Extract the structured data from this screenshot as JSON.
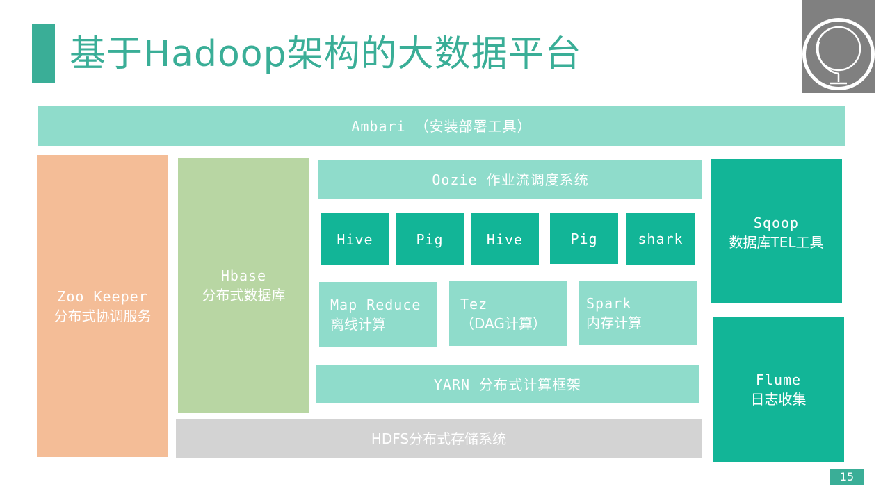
{
  "slide": {
    "title": "基于Hadoop架构的大数据平台",
    "page_number": "15"
  },
  "colors": {
    "accent": "#3aae97",
    "light_teal": "#8fdccb",
    "dark_teal": "#12b597",
    "orange": "#f4bd97",
    "green": "#b8d6a3",
    "gray": "#d3d3d3",
    "corner_gray": "#808080",
    "text_on_light": "#ffffff"
  },
  "icons": {
    "corner": "globe-icon"
  },
  "blocks": {
    "ambari": {
      "line1": "Ambari （安装部署工具）"
    },
    "zookeeper": {
      "line1": "Zoo Keeper",
      "line2": "分布式协调服务"
    },
    "hbase": {
      "line1": "Hbase",
      "line2": "分布式数据库"
    },
    "oozie": {
      "line1": "Oozie 作业流调度系统"
    },
    "hive1": {
      "line1": "Hive"
    },
    "pig1": {
      "line1": "Pig"
    },
    "hive2": {
      "line1": "Hive"
    },
    "pig2": {
      "line1": "Pig"
    },
    "shark": {
      "line1": "shark"
    },
    "mapreduce": {
      "line1": "Map Reduce",
      "line2": "离线计算"
    },
    "tez": {
      "line1": "Tez",
      "line2": "（DAG计算）"
    },
    "spark": {
      "line1": "Spark",
      "line2": "内存计算"
    },
    "yarn": {
      "line1": "YARN 分布式计算框架"
    },
    "hdfs": {
      "line1": "HDFS分布式存储系统"
    },
    "sqoop": {
      "line1": "Sqoop",
      "line2": "数据库TEL工具"
    },
    "flume": {
      "line1": "Flume",
      "line2": "日志收集"
    }
  }
}
